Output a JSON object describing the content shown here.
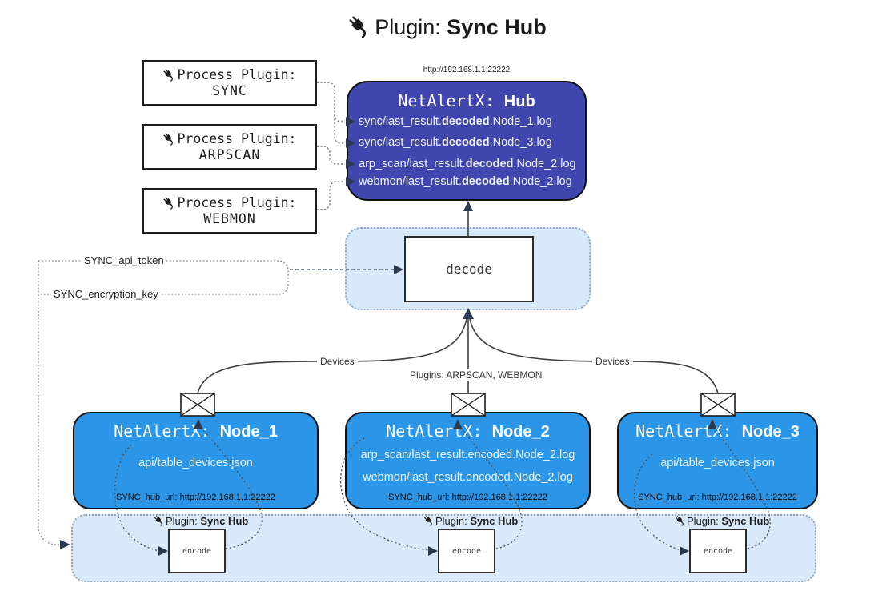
{
  "title": {
    "prefix": "Plugin: ",
    "bold": "Sync Hub"
  },
  "process_plugins": [
    {
      "label": "Process Plugin:",
      "name": "SYNC"
    },
    {
      "label": "Process Plugin:",
      "name": "ARPSCAN"
    },
    {
      "label": "Process Plugin:",
      "name": "WEBMON"
    }
  ],
  "hub": {
    "url": "http://192.168.1.1:22222",
    "title_prefix": "NetAlertX: ",
    "title_bold": "Hub",
    "logs": [
      {
        "pre": "sync/last_result.",
        "bold": "decoded",
        "post": ".Node_1.log"
      },
      {
        "pre": "sync/last_result.",
        "bold": "decoded",
        "post": ".Node_3.log"
      },
      {
        "pre": "arp_scan/last_result.",
        "bold": "decoded",
        "post": ".Node_2.log"
      },
      {
        "pre": "webmon/last_result.",
        "bold": "decoded",
        "post": ".Node_2.log"
      }
    ]
  },
  "decode": {
    "label": "decode"
  },
  "keys": {
    "api_token": "SYNC_api_token",
    "encryption_key": "SYNC_encryption_key"
  },
  "edges": {
    "devices_left": "Devices",
    "devices_right": "Devices",
    "plugins_mid": "Plugins: ARPSCAN, WEBMON"
  },
  "nodes": [
    {
      "title_prefix": "NetAlertX: ",
      "title_bold": "Node_1",
      "lines": [
        "api/table_devices.json"
      ],
      "hub_url": "SYNC_hub_url: http://192.168.1.1:22222"
    },
    {
      "title_prefix": "NetAlertX: ",
      "title_bold": "Node_2",
      "lines": [
        "arp_scan/last_result.encoded.Node_2.log",
        "webmon/last_result.encoded.Node_2.log"
      ],
      "hub_url": "SYNC_hub_url: http://192.168.1.1:22222"
    },
    {
      "title_prefix": "NetAlertX: ",
      "title_bold": "Node_3",
      "lines": [
        "api/table_devices.json"
      ],
      "hub_url": "SYNC_hub_url: http://192.168.1.1:22222"
    }
  ],
  "encode_area": {
    "plugin_label_prefix": "Plugin: ",
    "plugin_label_bold": "Sync Hub",
    "encode_label": "encode"
  },
  "colors": {
    "hub_fill": "#3f46ad",
    "node_fill": "#2b96e8",
    "region_fill": "#d8e9f9",
    "arrow_dark": "#2b3950",
    "line_gray": "#3f3f3f"
  }
}
